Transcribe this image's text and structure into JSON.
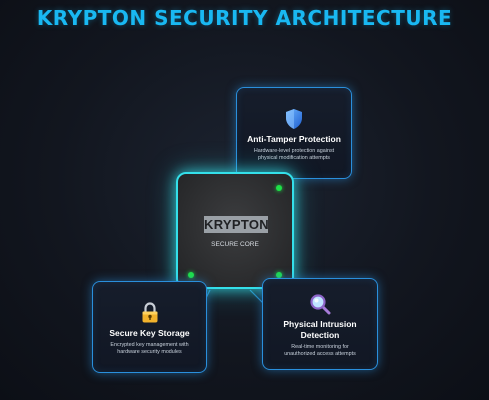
{
  "title": "KRYPTON SECURITY ARCHITECTURE",
  "core": {
    "name": "KRYPTON",
    "subtitle": "SECURE CORE"
  },
  "cards": {
    "tamper": {
      "icon": "shield-icon",
      "heading": "Anti-Tamper Protection",
      "desc_line1": "Hardware-level protection against",
      "desc_line2": "physical modification attempts"
    },
    "storage": {
      "icon": "padlock-icon",
      "heading": "Secure Key Storage",
      "desc_line1": "Encrypted key management with",
      "desc_line2": "hardware security modules"
    },
    "intrusion": {
      "icon": "magnifier-icon",
      "heading_line1": "Physical Intrusion",
      "heading_line2": "Detection",
      "desc_line1": "Real-time monitoring for",
      "desc_line2": "unauthorized access attempts"
    }
  },
  "colors": {
    "accent": "#19b8f2",
    "core_border": "#34e0ea",
    "card_border": "#2a8fdc",
    "led": "#1ee047"
  }
}
